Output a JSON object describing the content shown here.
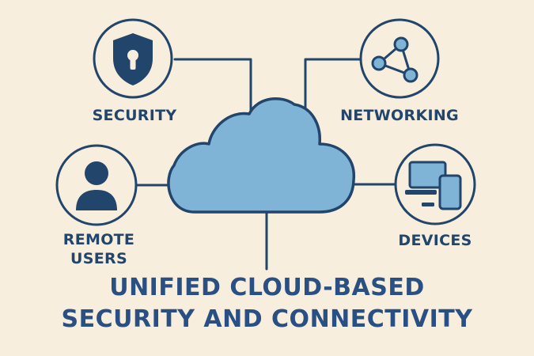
{
  "colors": {
    "background": "#f7eedd",
    "stroke": "#22456b",
    "cloud_fill": "#80b4d6",
    "icon_fill": "#22456b",
    "title_text": "#2a5083"
  },
  "nodes": {
    "security": {
      "label": "SECURITY",
      "icon": "shield-lock-icon"
    },
    "networking": {
      "label": "NETWORKING",
      "icon": "network-nodes-icon"
    },
    "remote_users": {
      "label_line1": "REMOTE",
      "label_line2": "USERS",
      "icon": "user-icon"
    },
    "devices": {
      "label": "DEVICES",
      "icon": "laptop-phone-icon"
    }
  },
  "center": {
    "icon": "cloud-icon"
  },
  "title": {
    "line1": "UNIFIED CLOUD-BASED",
    "line2": "SECURITY AND CONNECTIVITY"
  }
}
